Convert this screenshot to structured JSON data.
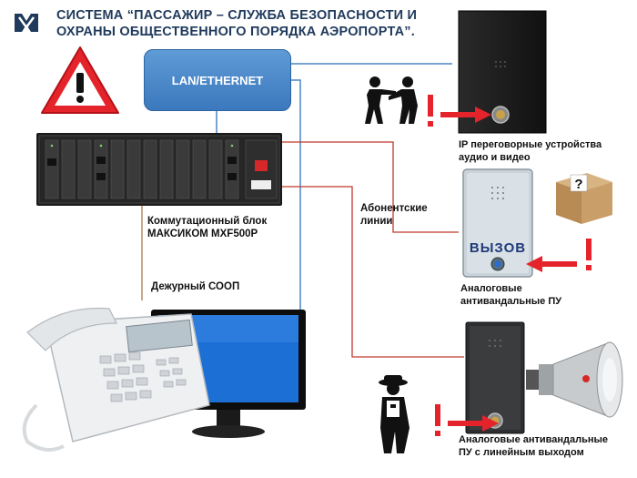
{
  "title": {
    "line1": "СИСТЕМА “ПАССАЖИР – СЛУЖБА БЕЗОПАСНОСТИ И",
    "line2": "ОХРАНЫ ОБЩЕСТВЕННОГО ПОРЯДКА АЭРОПОРТА”."
  },
  "network": {
    "label": "LAN/ETHERNET"
  },
  "switch_unit": {
    "line1": "Коммутационный блок",
    "line2": "МАКСИКОМ MXF500P"
  },
  "operator": {
    "label": "Дежурный СООП"
  },
  "subscriber_lines": {
    "line1": "Абонентские",
    "line2": "линии"
  },
  "ip_intercom": {
    "line1": "IP переговорные устройства",
    "line2": "аудио и видео"
  },
  "analog_panel": {
    "line1": "Аналоговые",
    "line2": "антивандальные ПУ",
    "button_text": "ВЫЗОВ"
  },
  "analog_linear": {
    "line1": "Аналоговые антивандальные",
    "line2": "ПУ с линейным выходом"
  },
  "icons": [
    "logo-icon",
    "warning-triangle-icon",
    "people-conflict-icon",
    "exclamation-icon",
    "red-arrow-icon",
    "suspicious-box-icon",
    "spy-icon",
    "loudspeaker-icon",
    "telephone-icon",
    "monitor-icon"
  ],
  "colors": {
    "title": "#1f3a5c",
    "accent_blue": "#3b78bd",
    "line_red": "#c0392b",
    "line_tan": "#b58b63",
    "line_blue": "#4a86c7",
    "warning_red": "#e5232a"
  }
}
